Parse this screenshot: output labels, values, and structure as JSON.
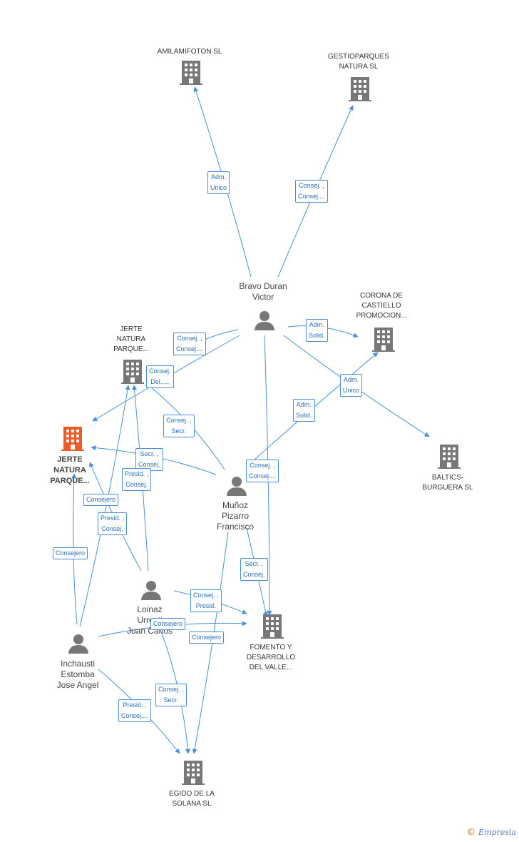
{
  "companies": {
    "amilamifoton": {
      "label": "AMILAMIFOTON SL"
    },
    "gestioparques": {
      "label": "GESTIOPARQUES\nNATURA SL"
    },
    "corona": {
      "label": "CORONA DE\nCASTIELLO\nPROMOCION..."
    },
    "jerte_top": {
      "label": "JERTE\nNATURA\nPARQUE..."
    },
    "jerte_main": {
      "label": "JERTE\nNATURA\nPARQUE..."
    },
    "baltics": {
      "label": "BALTICS-\nBURGUERA SL"
    },
    "fomento": {
      "label": "FOMENTO Y\nDESARROLLO\nDEL VALLE..."
    },
    "egido": {
      "label": "EGIDO DE LA\nSOLANA  SL"
    }
  },
  "persons": {
    "bravo": {
      "label": "Bravo Duran\nVictor"
    },
    "munoz": {
      "label": "Muñoz\nPizarro\nFrancisco"
    },
    "loinaz": {
      "label": "Loinaz\nUrresti\nJuan Carlos"
    },
    "inchausti": {
      "label": "Inchausti\nEstomba\nJose Angel"
    }
  },
  "edge_labels": {
    "adm_unico_1": "Adm.\nUnico",
    "consej_1": "Consej. ,\nConsej....",
    "adm_solid_1": "Adm.\nSolid.",
    "consej_2": "Consej. ,\nConsej....",
    "consej_del": "Consej.\nDel.,...",
    "adm_unico_2": "Adm.\nUnico",
    "adm_solid_2": "Adm.\nSolid.",
    "consej_secr": "Consej. ,\nSecr.",
    "secr_consej_1": "Secr. ,\nConsej.",
    "presid_consej_1": "Presid. ,\nConsej.",
    "consej_3": "Consej. ,\nConsej....",
    "consejero_1": "Consejero",
    "presid_consej_2": "Presid. ,\nConsej.",
    "consejero_2": "Consejero",
    "secr_consej_2": "Secr. ,\nConsej.",
    "consej_presid": "Consej. ,\nPresid.",
    "consejero_3": "Consejero",
    "consejero_4": "Consejero",
    "consej_secr_2": "Consej. ,\nSecr.",
    "presid_consej_3": "Presid. ,\nConsej...."
  },
  "colors": {
    "edge": "#4a90d9",
    "company_icon": "#777777",
    "main_company_icon": "#f05a28",
    "person_icon": "#777777"
  },
  "footer": {
    "copyright": "©",
    "brand": "Empresia"
  }
}
